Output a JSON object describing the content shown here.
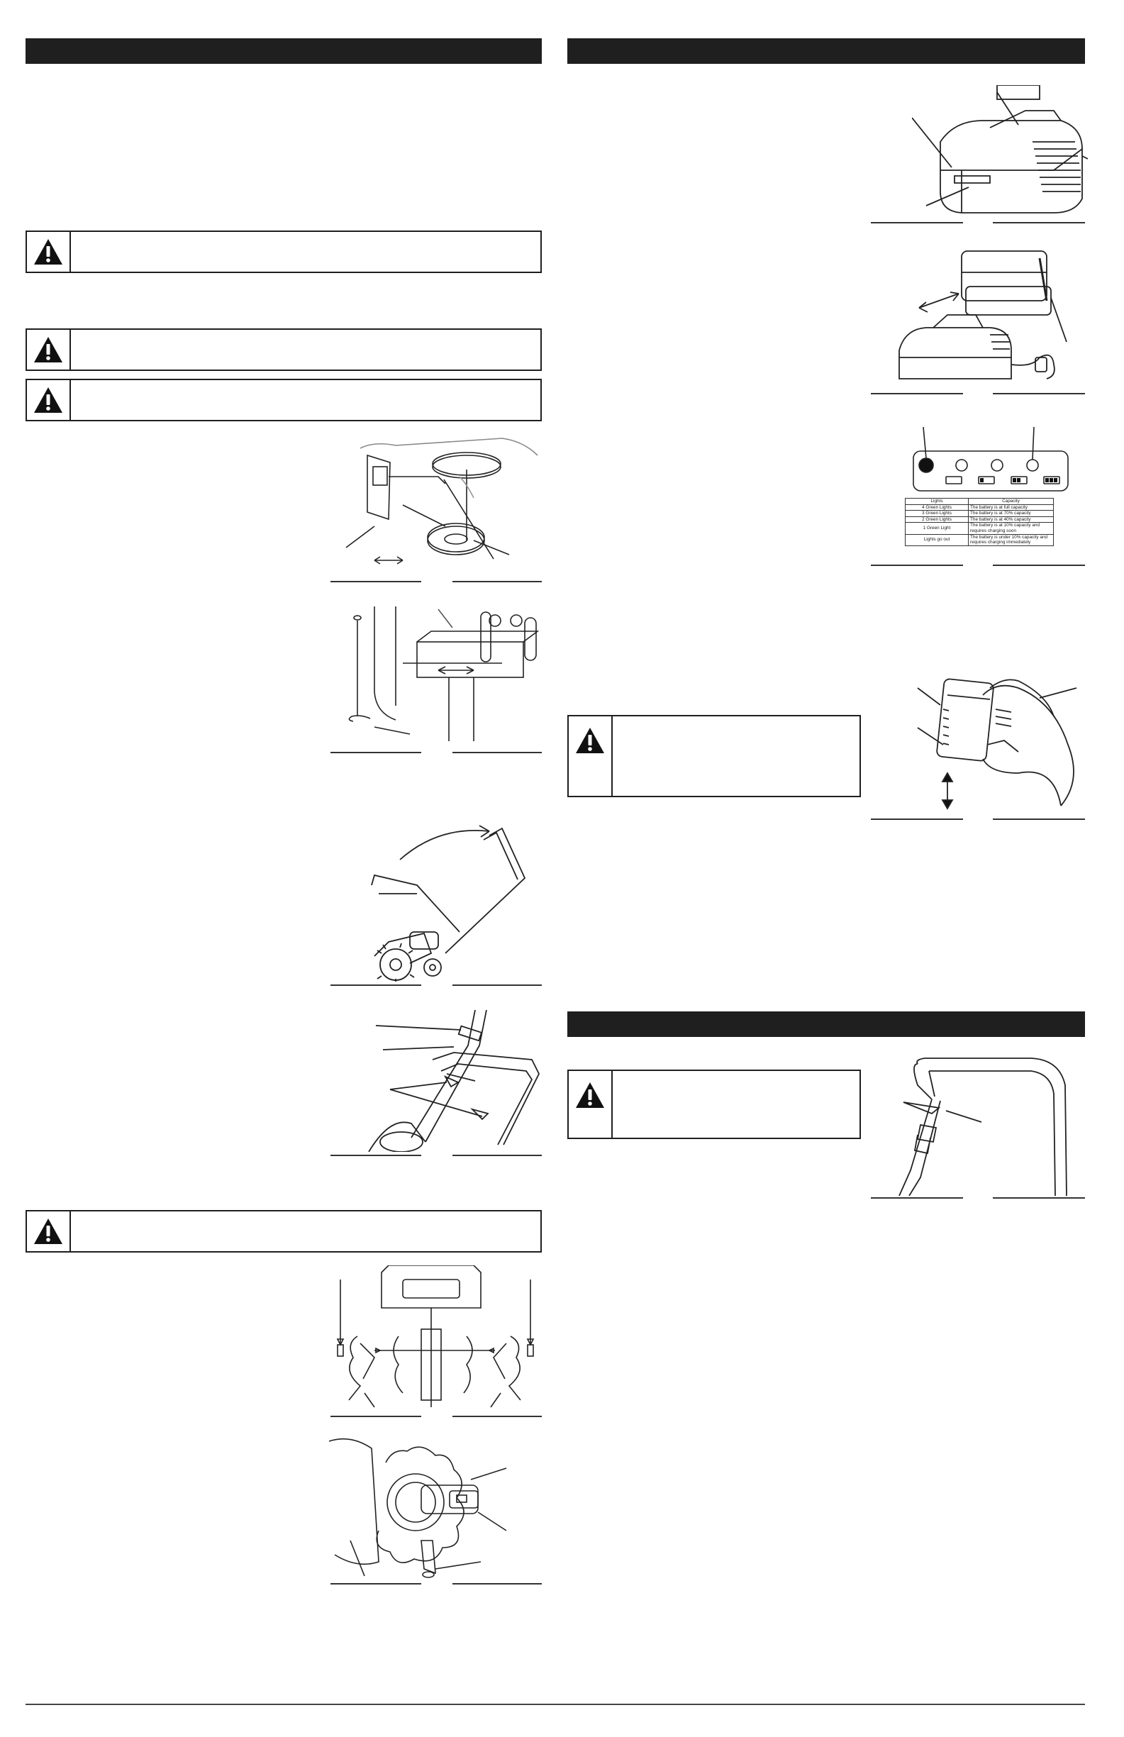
{
  "capacity_table": {
    "header_lights": "Lights",
    "header_capacity": "Capacity",
    "rows": [
      {
        "lights": "4 Green Lights",
        "capacity": "The battery is at full capacity"
      },
      {
        "lights": "3 Green Lights",
        "capacity": "The battery is at 70% capacity"
      },
      {
        "lights": "2 Green Lights",
        "capacity": "The battery is at 40% capacity"
      },
      {
        "lights": "1 Green Light",
        "capacity": "The battery is at 10% capacity and requires charging soon"
      },
      {
        "lights": "Lights go out",
        "capacity": "The battery is under 10% capacity and requires charging immediately"
      }
    ]
  },
  "icons": {
    "warning": "warning-triangle-icon"
  }
}
